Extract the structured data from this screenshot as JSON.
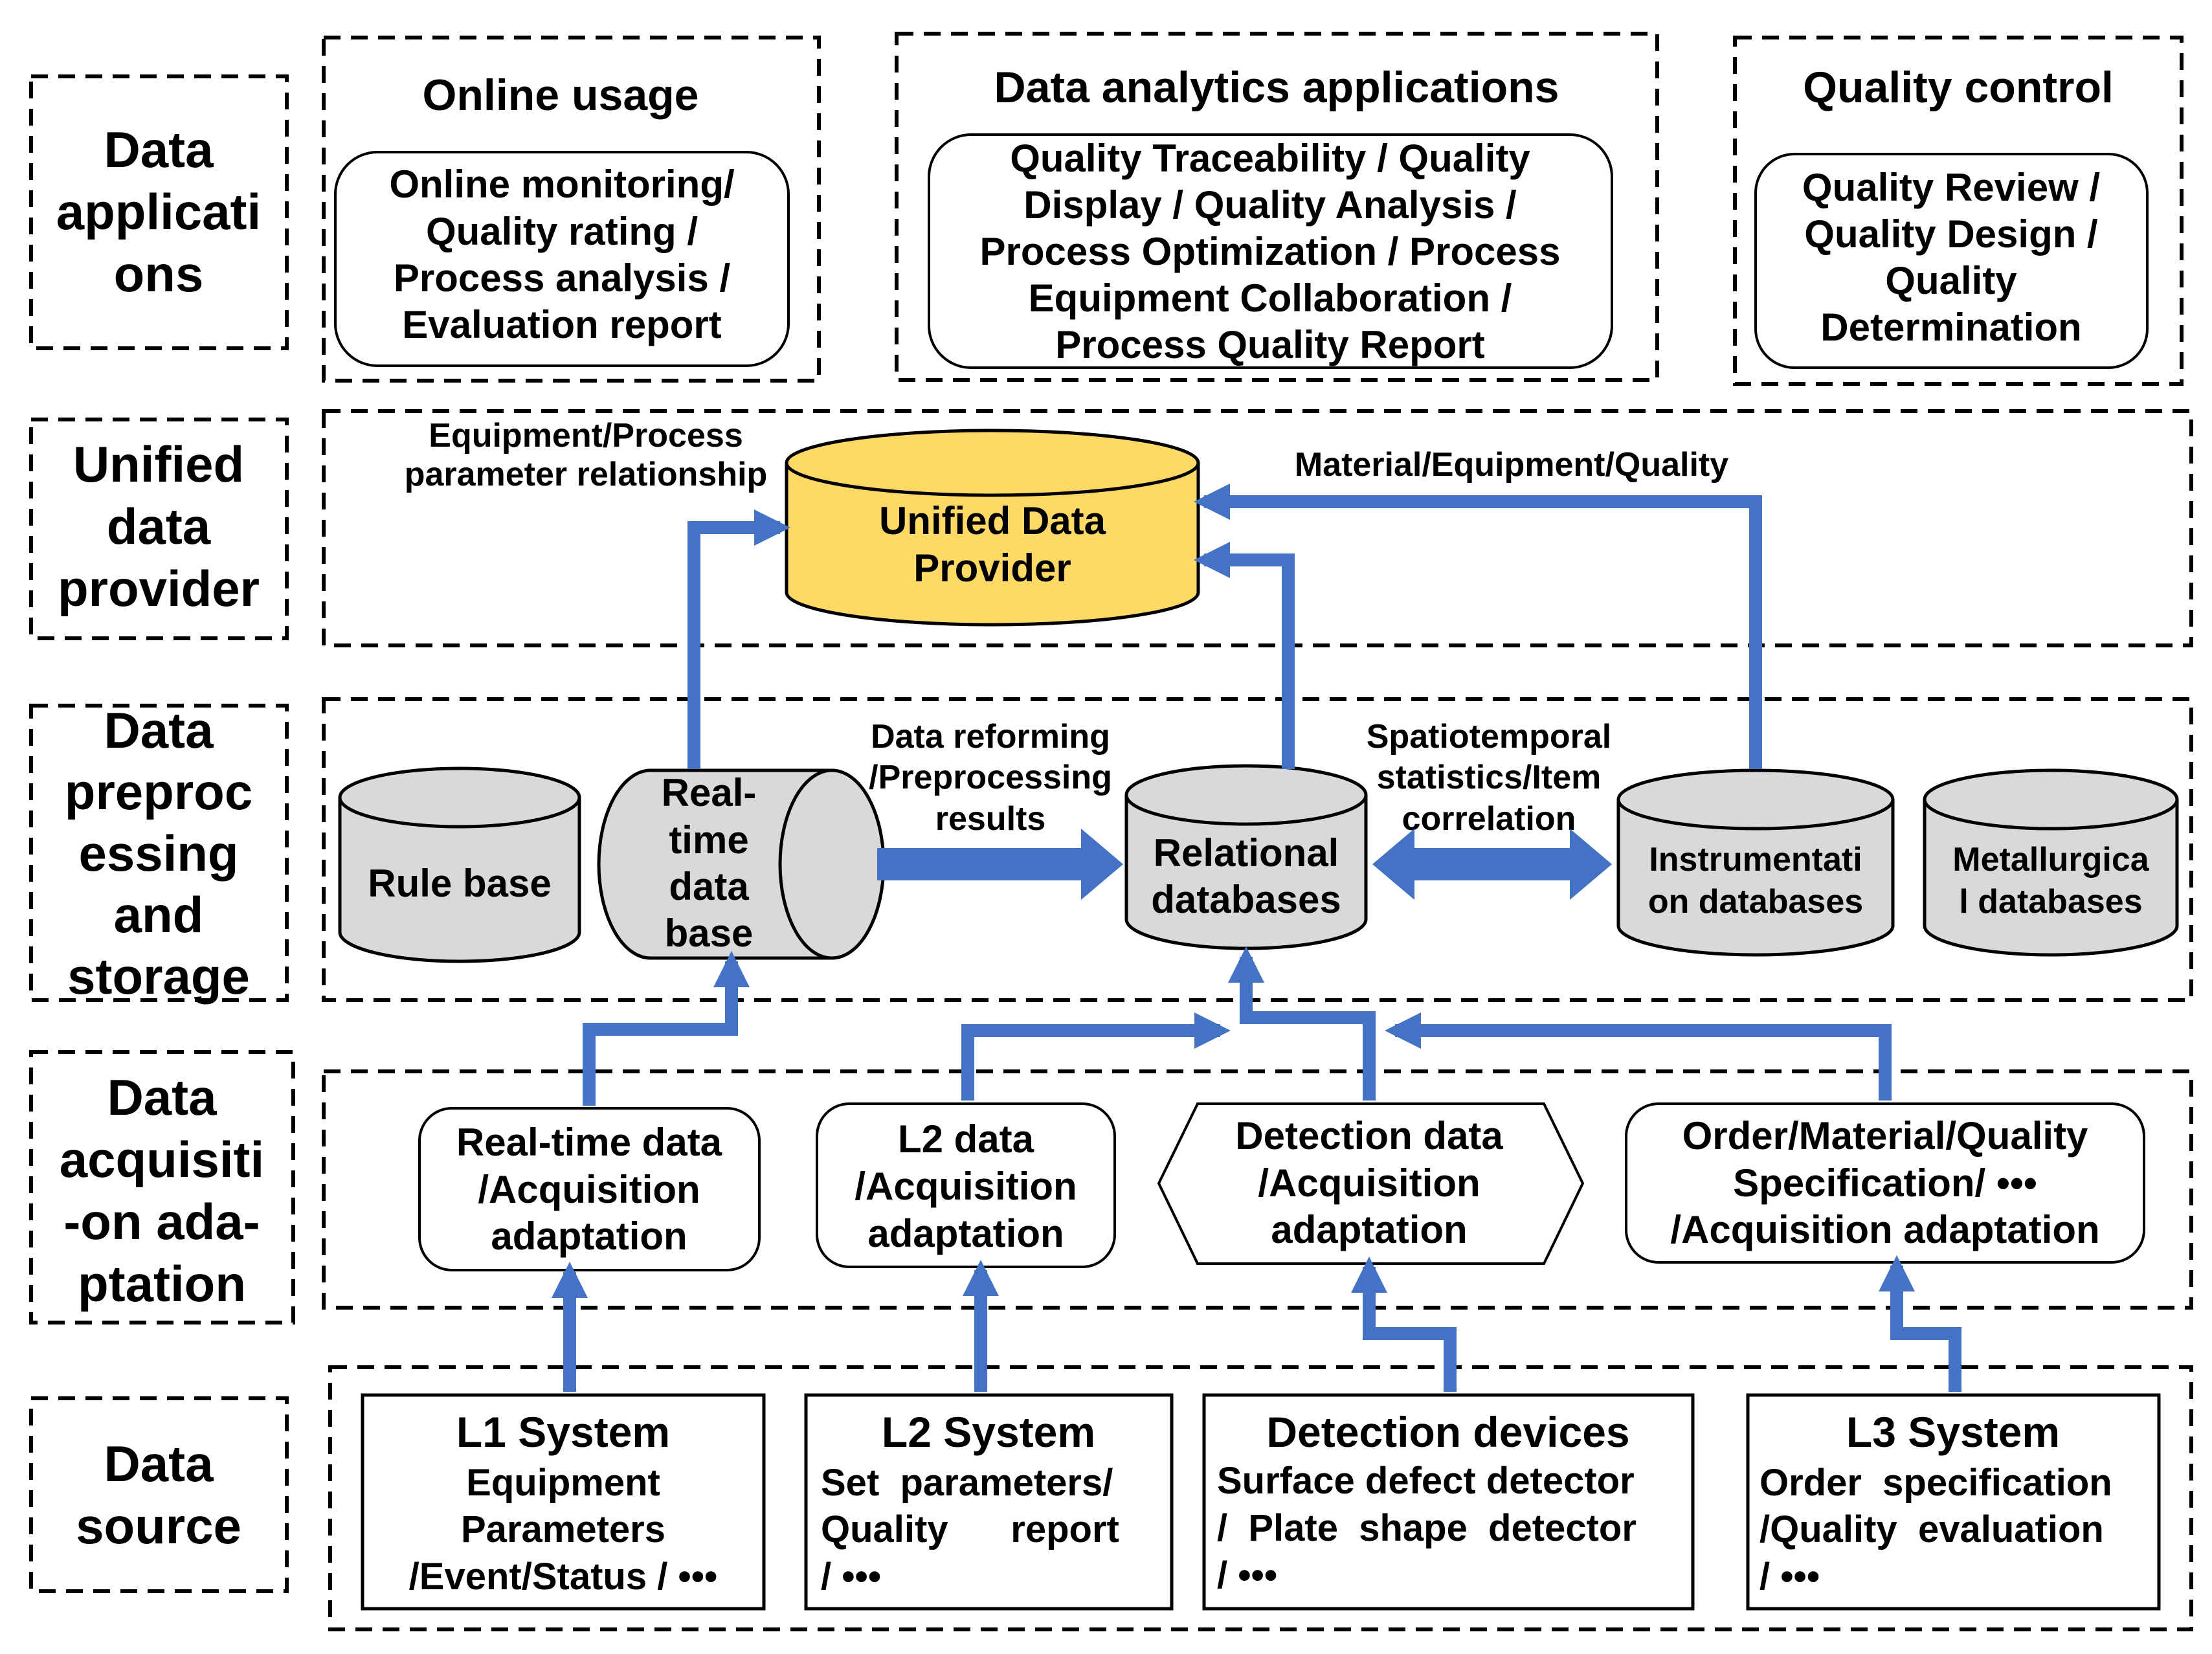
{
  "colors": {
    "arrow": "#4472C4",
    "db_gray": "#d9d9d9",
    "provider_yellow": "#ffd966",
    "line": "#000000"
  },
  "layers": {
    "applications": [
      "Data",
      "applicati",
      "ons"
    ],
    "provider": [
      "Unified",
      "data",
      "provider"
    ],
    "storage": [
      "Data",
      "preproc",
      "essing",
      "and",
      "storage"
    ],
    "acquisition": [
      "Data",
      "acquisiti",
      "-on ada-",
      "ptation"
    ],
    "source": [
      "Data",
      "source"
    ]
  },
  "applications": {
    "online": {
      "title": "Online usage",
      "lines": [
        "Online monitoring/",
        "Quality rating /",
        "Process analysis /",
        "Evaluation report"
      ]
    },
    "analytics": {
      "title": "Data analytics applications",
      "lines": [
        "Quality Traceability / Quality",
        "Display / Quality Analysis /",
        "Process Optimization / Process",
        "Equipment Collaboration /",
        "Process Quality Report"
      ]
    },
    "quality": {
      "title": "Quality control",
      "lines": [
        "Quality Review /",
        "Quality Design /",
        "Quality",
        "Determination"
      ]
    }
  },
  "provider": {
    "db": [
      "Unified Data",
      "Provider"
    ],
    "left_label": [
      "Equipment/Process",
      "parameter relationship"
    ],
    "right_label": "Material/Equipment/Quality"
  },
  "storage": {
    "rule_base": "Rule base",
    "realtime_db": [
      "Real-",
      "time",
      "data",
      "base"
    ],
    "relational": [
      "Relational",
      "databases"
    ],
    "instrumentation": [
      "Instrumentati",
      "on databases"
    ],
    "metallurgical": [
      "Metallurgica",
      "l databases"
    ],
    "reform_label": [
      "Data reforming",
      "/Preprocessing",
      "results"
    ],
    "spatio_label": [
      "Spatiotemporal",
      "statistics/Item",
      "correlation"
    ]
  },
  "acquisition": {
    "realtime": [
      "Real-time data",
      "/Acquisition",
      "adaptation"
    ],
    "l2": [
      "L2 data",
      "/Acquisition",
      "adaptation"
    ],
    "detection": [
      "Detection data",
      "/Acquisition",
      "adaptation"
    ],
    "order": [
      "Order/Material/Quality",
      "Specification/ •••",
      "/Acquisition adaptation"
    ]
  },
  "sources": {
    "l1": {
      "title": "L1 System",
      "lines": [
        "Equipment",
        "Parameters",
        "/Event/Status / •••"
      ]
    },
    "l2": {
      "title": "L2 System",
      "lines": [
        "Set  parameters/",
        "Quality      report",
        "/ •••"
      ]
    },
    "detection": {
      "title": "Detection devices",
      "lines": [
        "Surface defect detector",
        "/  Plate  shape  detector",
        "/ •••"
      ]
    },
    "l3": {
      "title": "L3 System",
      "lines": [
        "Order  specification",
        "/Quality  evaluation",
        "/ •••"
      ]
    }
  }
}
